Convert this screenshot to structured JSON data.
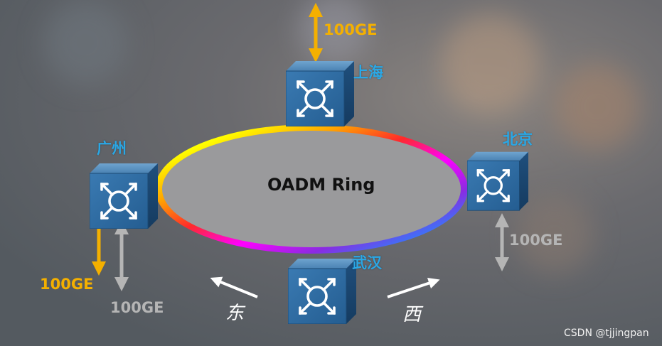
{
  "diagram": {
    "title": "OADM Ring",
    "nodes": {
      "shanghai": {
        "label": "上海",
        "bandwidth": "100GE"
      },
      "beijing": {
        "label": "北京",
        "bandwidth": "100GE"
      },
      "guangzhou": {
        "label": "广州",
        "bandwidth_add": "100GE",
        "bandwidth_drop": "100GE"
      },
      "wuhan": {
        "label": "武汉"
      }
    },
    "directions": {
      "east": "东",
      "west": "西"
    }
  },
  "watermark": "CSDN @tjjingpan",
  "colors": {
    "node_label": "#2aa8e6",
    "bandwidth_active": "#f4b000",
    "bandwidth_inactive": "#b5b5b5",
    "switch_face": "#2d6fa3",
    "ring_gradient": [
      "#ff2a2a",
      "#ffa500",
      "#ffff00",
      "#00c800",
      "#1e90ff",
      "#8a2be2",
      "#ff00ff"
    ]
  }
}
